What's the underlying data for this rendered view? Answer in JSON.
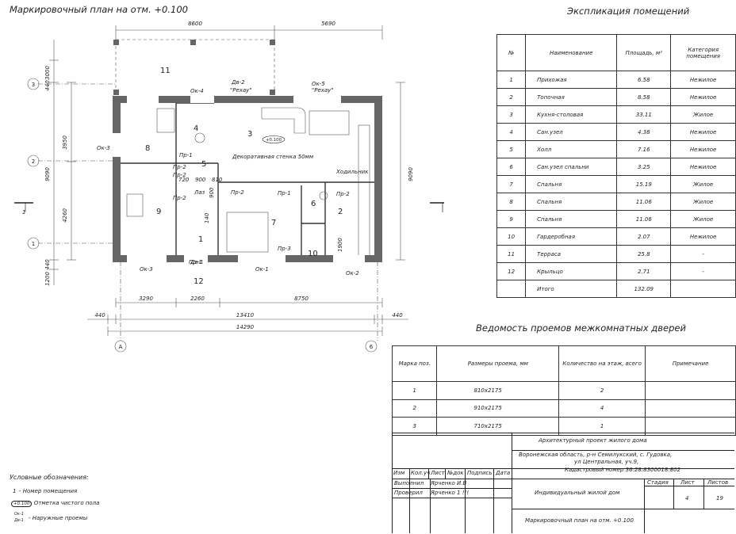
{
  "plan": {
    "title": "Маркировочный план на отм. +0.100",
    "dims_top": [
      "8600",
      "5690"
    ],
    "dims_bottom_1": [
      "3290",
      "2260",
      "8750"
    ],
    "dims_bottom_2": [
      "440",
      "13410",
      "440"
    ],
    "dims_bottom_3": [
      "14290"
    ],
    "dims_left": [
      "3000",
      "440",
      "3950",
      "9090",
      "4260",
      "440",
      "1200"
    ],
    "dims_right": [
      "9090"
    ],
    "axes_h": [
      "3",
      "2",
      "1"
    ],
    "axes_v": [
      "A",
      "6"
    ],
    "section_marks": [
      "1",
      "1"
    ],
    "room_numbers": [
      "11",
      "4",
      "3",
      "8",
      "5",
      "9",
      "6",
      "2",
      "1",
      "7",
      "10",
      "12"
    ],
    "level_mark": "+0.100",
    "labels": {
      "ok4": "Ок-4",
      "dv2": "Дв-2",
      "ok5": "Ок-5",
      "rehau1": "\"Рехау\"",
      "rehau2": "\"Рехау\"",
      "ok3a": "Ок-3",
      "wall": "Декоративная стенка 50мм",
      "fridge": "Ходильник",
      "pr1a": "Пр-1",
      "pr2a": "Пр-2",
      "pr2b": "Пр-2",
      "d720": "720",
      "d900": "900",
      "d810": "810",
      "laz": "Лаз",
      "d900b": "900",
      "pr2c": "Пр-2",
      "pr1b": "Пр-1",
      "pr2d": "Пр-2",
      "d140": "140",
      "pr1c": "Пр-1",
      "pr3": "Пр-3",
      "d1900": "1900",
      "ok3b": "Ок-3",
      "dv1": "Дв-1",
      "ok1": "Ок-1",
      "ok2": "Ок-2"
    }
  },
  "explication": {
    "title": "Экспликация помещений",
    "headers": [
      "№",
      "Наименование",
      "Площадь, м²",
      "Категория помещения"
    ],
    "rows": [
      [
        "1",
        "Прихожая",
        "6.58",
        "Нежилое"
      ],
      [
        "2",
        "Топочная",
        "8.58",
        "Нежилое"
      ],
      [
        "3",
        "Кухня-столовая",
        "33.11",
        "Жилое"
      ],
      [
        "4",
        "Сан.узел",
        "4.38",
        "Нежилое"
      ],
      [
        "5",
        "Холл",
        "7.16",
        "Нежилое"
      ],
      [
        "6",
        "Сан.узел спальни",
        "3.25",
        "Нежилое"
      ],
      [
        "7",
        "Спальня",
        "15.19",
        "Жилое"
      ],
      [
        "8",
        "Спальня",
        "11.06",
        "Жилое"
      ],
      [
        "9",
        "Спальня",
        "11.06",
        "Жилое"
      ],
      [
        "10",
        "Гардеробная",
        "2.07",
        "Нежилое"
      ],
      [
        "11",
        "Терраса",
        "25.8",
        "-"
      ],
      [
        "12",
        "Крыльцо",
        "2.71",
        "-"
      ],
      [
        "",
        "Итого",
        "132.09",
        ""
      ]
    ]
  },
  "doors": {
    "title": "Ведомость проемов межкомнатных дверей",
    "headers": [
      "Марка поз.",
      "Размеры проема, мм",
      "Количество на этаж, всего",
      "Примечание"
    ],
    "rows": [
      [
        "1",
        "810x2175",
        "2",
        ""
      ],
      [
        "2",
        "910x2175",
        "4",
        ""
      ],
      [
        "3",
        "710x2175",
        "1",
        ""
      ]
    ]
  },
  "stamp": {
    "project": "Архитектурный проект жилого дома",
    "address_1": "Воронежская область, р-н Семилукский, с. Гудовка,",
    "address_2": "ул Центральная, уч.9,",
    "address_3": "Кадастровый номер 36:28:8300018:802",
    "col_heads": [
      "Изм",
      "Кол.уч",
      "Лист",
      "№док",
      "Подпись",
      "Дата"
    ],
    "role_1": "Выполнил",
    "role_2": "Проверил",
    "name_1": "Ярченко И.В",
    "name_2": "Ярченко 1 !!!",
    "object": "Индивидуальный жилой дом",
    "sheet_title": "Маркировочный план на отм. +0.100",
    "stage_head": "Стадия",
    "sheet_head": "Лист",
    "sheets_head": "Листов",
    "sheet": "4",
    "sheets": "19"
  },
  "legend": {
    "title": "Условные обозначения:",
    "item_1_sym": "1",
    "item_1_text": "- Номер помещения",
    "item_2_sym": "+0.100",
    "item_2_text": "- Отметка чистого пола",
    "item_3_sym_a": "Ок-1",
    "item_3_sym_b": "Дв-1",
    "item_3_text": "- Наружные проемы"
  }
}
